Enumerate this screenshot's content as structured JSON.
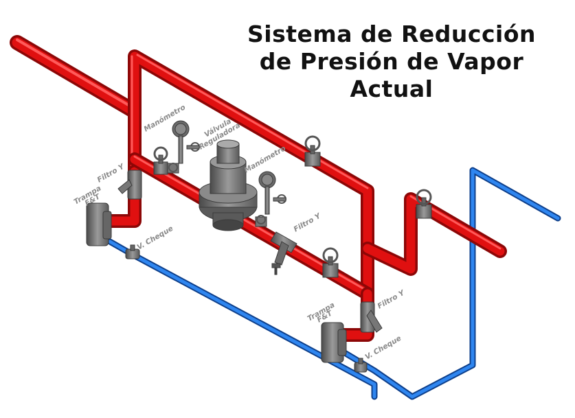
{
  "title": {
    "line1": "Sistema de Reducción",
    "line2": "de Presión de Vapor",
    "line3": "Actual"
  },
  "labels": {
    "manometro_1": "Manómetro",
    "valvula_1": "Válvula",
    "valvula_2": "Reguladora",
    "manometro_2": "Manómetro",
    "filtro_y_1": "Filtro Y",
    "trampa_1a": "Trampa",
    "trampa_1b": "F&T",
    "v_cheque_1": "V. Cheque",
    "filtro_y_2": "Filtro Y",
    "trampa_2a": "Trampa",
    "trampa_2b": "F&T",
    "filtro_y_3": "Filtro Y",
    "v_cheque_2": "V. Cheque"
  },
  "colors": {
    "steam": "#e01010",
    "steam_dark": "#9a0a0a",
    "condensate": "#1e6fd9",
    "condensate_dark": "#0e3f8a",
    "equipment": "#7a7a7a",
    "equipment_dark": "#4a4a4a"
  }
}
